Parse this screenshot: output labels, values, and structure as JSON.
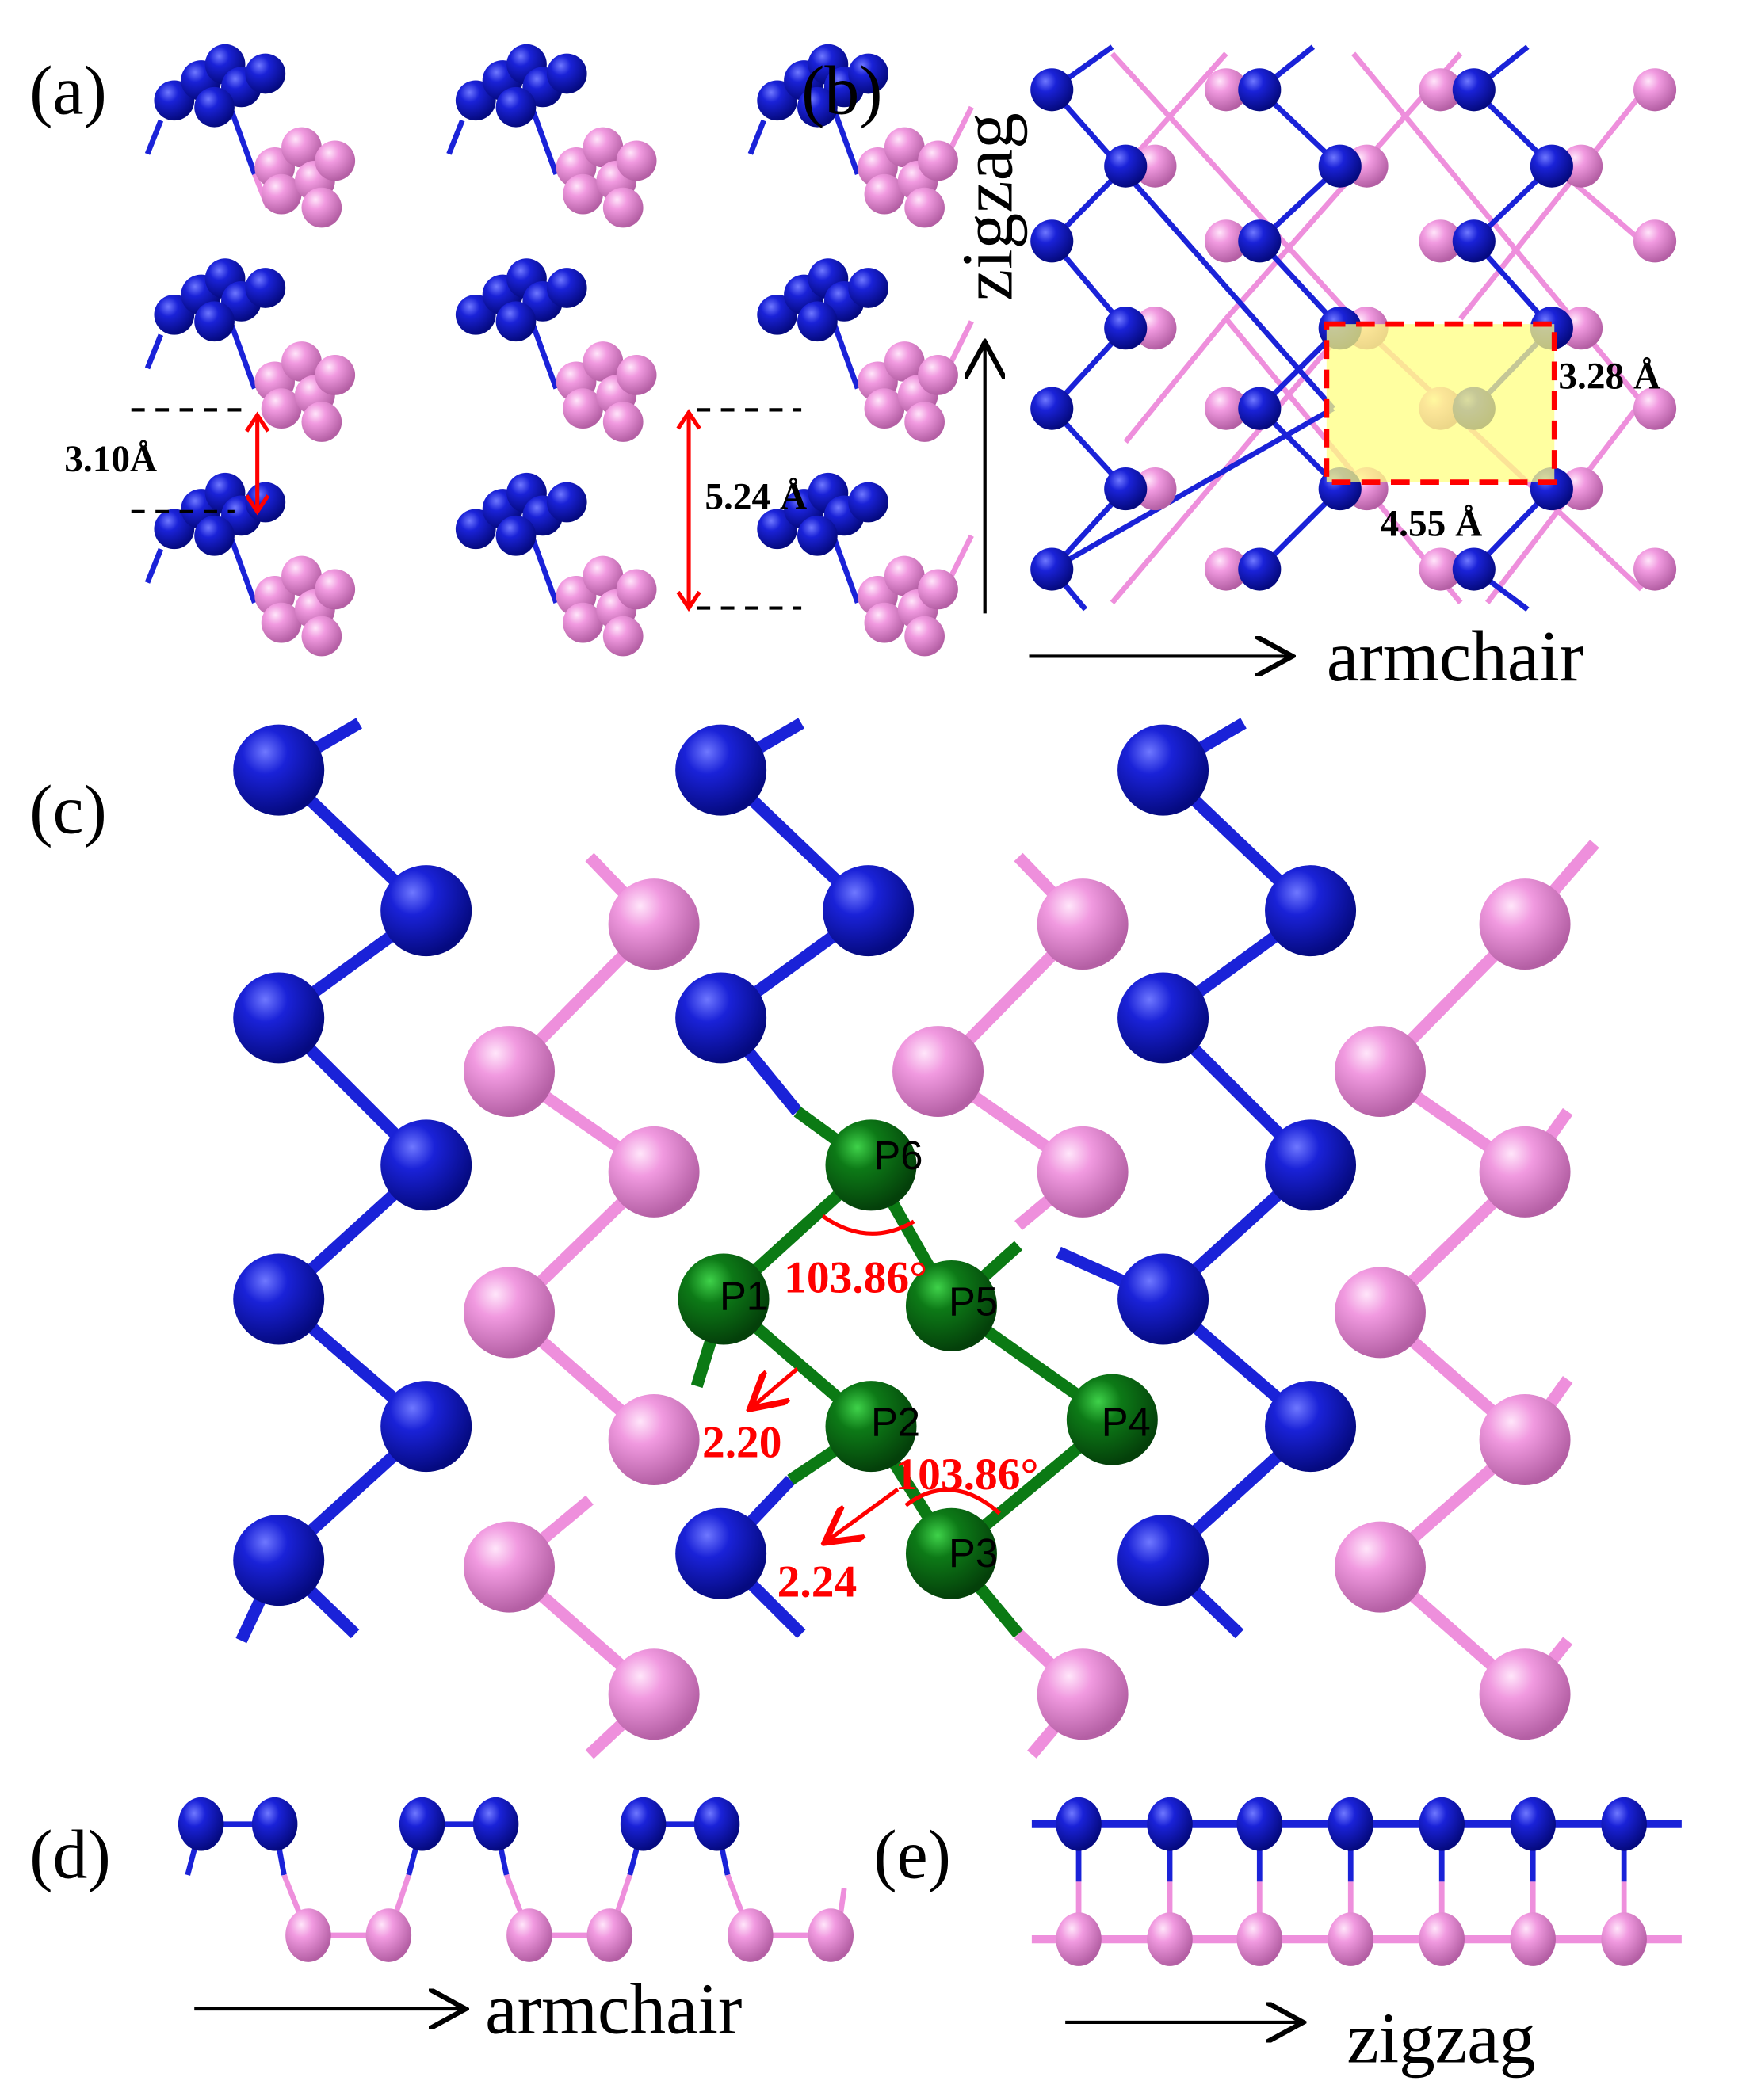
{
  "figure": {
    "panels": {
      "a": {
        "label": "(a)",
        "interlayer_distance": "3.10Å",
        "layer_thickness": "5.24 Å"
      },
      "b": {
        "label": "(b)",
        "axis_vertical": "zigzag",
        "axis_horizontal": "armchair",
        "cell_height": "3.28 Å",
        "cell_width": "4.55 Å"
      },
      "c": {
        "label": "(c)",
        "atoms": [
          "P1",
          "P2",
          "P3",
          "P4",
          "P5",
          "P6"
        ],
        "angle_top": "103.86°",
        "angle_bottom": "103.86°",
        "bond_1": "2.20",
        "bond_2": "2.24"
      },
      "d": {
        "label": "(d)",
        "axis": "armchair"
      },
      "e": {
        "label": "(e)",
        "axis": "zigzag"
      }
    },
    "colors": {
      "blue_atom": "#0a14c8",
      "pink_atom": "#ee8fdc",
      "green_atom": "#0b7a14",
      "highlight": "#ffff99",
      "annotation": "#ff0000"
    }
  }
}
